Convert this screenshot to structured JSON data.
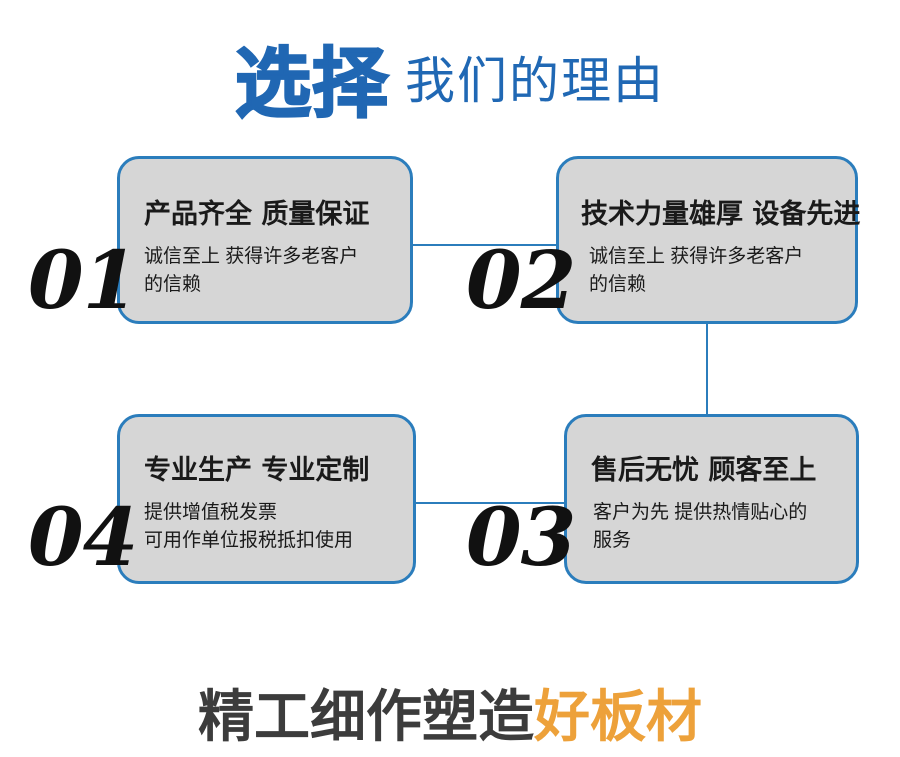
{
  "header": {
    "main": "选择",
    "sub": "我们的理由",
    "main_color": "#2067b3",
    "sub_color": "#2068b4"
  },
  "cards": [
    {
      "number": "01",
      "title": "产品齐全 质量保证",
      "body_lines": [
        "诚信至上 获得许多老客户",
        "的信赖"
      ]
    },
    {
      "number": "02",
      "title": "技术力量雄厚 设备先进",
      "body_lines": [
        "诚信至上 获得许多老客户",
        "的信赖"
      ]
    },
    {
      "number": "03",
      "title": "售后无忧 顾客至上",
      "body_lines": [
        "客户为先 提供热情贴心的",
        "服务"
      ]
    },
    {
      "number": "04",
      "title": "专业生产 专业定制",
      "body_lines": [
        "提供增值税发票",
        "可用作单位报税抵扣使用"
      ]
    }
  ],
  "footer": {
    "main": "精工细作塑造",
    "accent": "好板材",
    "main_color": "#3c3c3c",
    "accent_color": "#eda13a"
  },
  "theme": {
    "card_fill": "#d6d6d6",
    "card_border": "#2b7dbc",
    "connector": "#2b7dbc",
    "background": "#ffffff",
    "number_color": "#111111"
  }
}
